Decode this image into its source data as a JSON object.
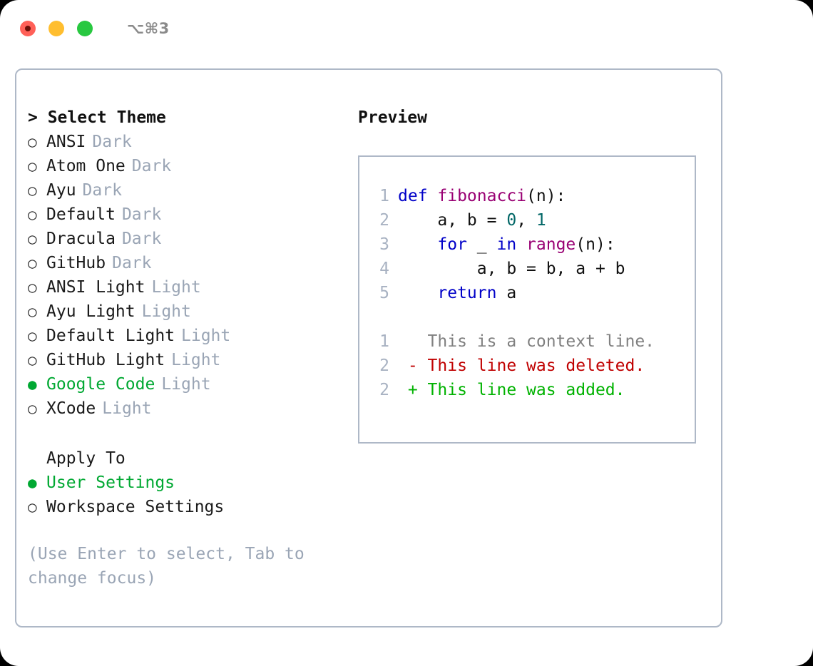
{
  "window": {
    "traffic_lights": [
      "close-red",
      "minimize-yellow",
      "maximize-green"
    ],
    "shortcut": "⌥⌘3"
  },
  "left": {
    "theme_header": "> Select Theme",
    "themes": [
      {
        "selected": false,
        "bullet": "○",
        "name": "ANSI",
        "badge": "Dark"
      },
      {
        "selected": false,
        "bullet": "○",
        "name": "Atom One",
        "badge": "Dark"
      },
      {
        "selected": false,
        "bullet": "○",
        "name": "Ayu",
        "badge": "Dark"
      },
      {
        "selected": false,
        "bullet": "○",
        "name": "Default",
        "badge": "Dark"
      },
      {
        "selected": false,
        "bullet": "○",
        "name": "Dracula",
        "badge": "Dark"
      },
      {
        "selected": false,
        "bullet": "○",
        "name": "GitHub",
        "badge": "Dark"
      },
      {
        "selected": false,
        "bullet": "○",
        "name": "ANSI Light",
        "badge": "Light"
      },
      {
        "selected": false,
        "bullet": "○",
        "name": "Ayu Light",
        "badge": "Light"
      },
      {
        "selected": false,
        "bullet": "○",
        "name": "Default Light",
        "badge": "Light"
      },
      {
        "selected": false,
        "bullet": "○",
        "name": "GitHub Light",
        "badge": "Light"
      },
      {
        "selected": true,
        "bullet": "●",
        "name": "Google Code",
        "badge": "Light"
      },
      {
        "selected": false,
        "bullet": "○",
        "name": "XCode",
        "badge": "Light"
      }
    ],
    "apply_to_header": "Apply To",
    "apply_to": [
      {
        "selected": true,
        "bullet": "●",
        "name": "User Settings",
        "badge": ""
      },
      {
        "selected": false,
        "bullet": "○",
        "name": "Workspace Settings",
        "badge": ""
      }
    ],
    "hint": "(Use Enter to select, Tab to change focus)"
  },
  "right": {
    "preview_title": "Preview",
    "code_lines": [
      {
        "no": "1",
        "tokens": [
          {
            "t": "def ",
            "c": "kw"
          },
          {
            "t": "fibonacci",
            "c": "fn"
          },
          {
            "t": "(n):",
            "c": "pl"
          }
        ]
      },
      {
        "no": "2",
        "tokens": [
          {
            "t": "    a, b = ",
            "c": "pl"
          },
          {
            "t": "0",
            "c": "num"
          },
          {
            "t": ", ",
            "c": "pl"
          },
          {
            "t": "1",
            "c": "num"
          }
        ]
      },
      {
        "no": "3",
        "tokens": [
          {
            "t": "    ",
            "c": "pl"
          },
          {
            "t": "for",
            "c": "kw"
          },
          {
            "t": " _ ",
            "c": "pl"
          },
          {
            "t": "in",
            "c": "kw"
          },
          {
            "t": " ",
            "c": "pl"
          },
          {
            "t": "range",
            "c": "fn"
          },
          {
            "t": "(n):",
            "c": "pl"
          }
        ]
      },
      {
        "no": "4",
        "tokens": [
          {
            "t": "        a, b = b, a + b",
            "c": "pl"
          }
        ]
      },
      {
        "no": "5",
        "tokens": [
          {
            "t": "    ",
            "c": "pl"
          },
          {
            "t": "return",
            "c": "kw"
          },
          {
            "t": " a",
            "c": "pl"
          }
        ]
      }
    ],
    "diff_lines": [
      {
        "no": "1",
        "tokens": [
          {
            "t": "   This is a context line.",
            "c": "ctx"
          }
        ]
      },
      {
        "no": "2",
        "tokens": [
          {
            "t": " - This line was deleted.",
            "c": "del"
          }
        ]
      },
      {
        "no": "2",
        "tokens": [
          {
            "t": " + This line was added.",
            "c": "add"
          }
        ]
      }
    ]
  },
  "colors": {
    "accent_green": "#00a832",
    "border": "#aeb8c7",
    "muted": "#9aa5b5",
    "keyword": "#0000c8",
    "function": "#990073",
    "number": "#006666",
    "diff_delete": "#c00000",
    "diff_add": "#00b200",
    "traffic_red": "#ff6058",
    "traffic_yellow": "#ffbe2f",
    "traffic_green": "#28c840"
  }
}
